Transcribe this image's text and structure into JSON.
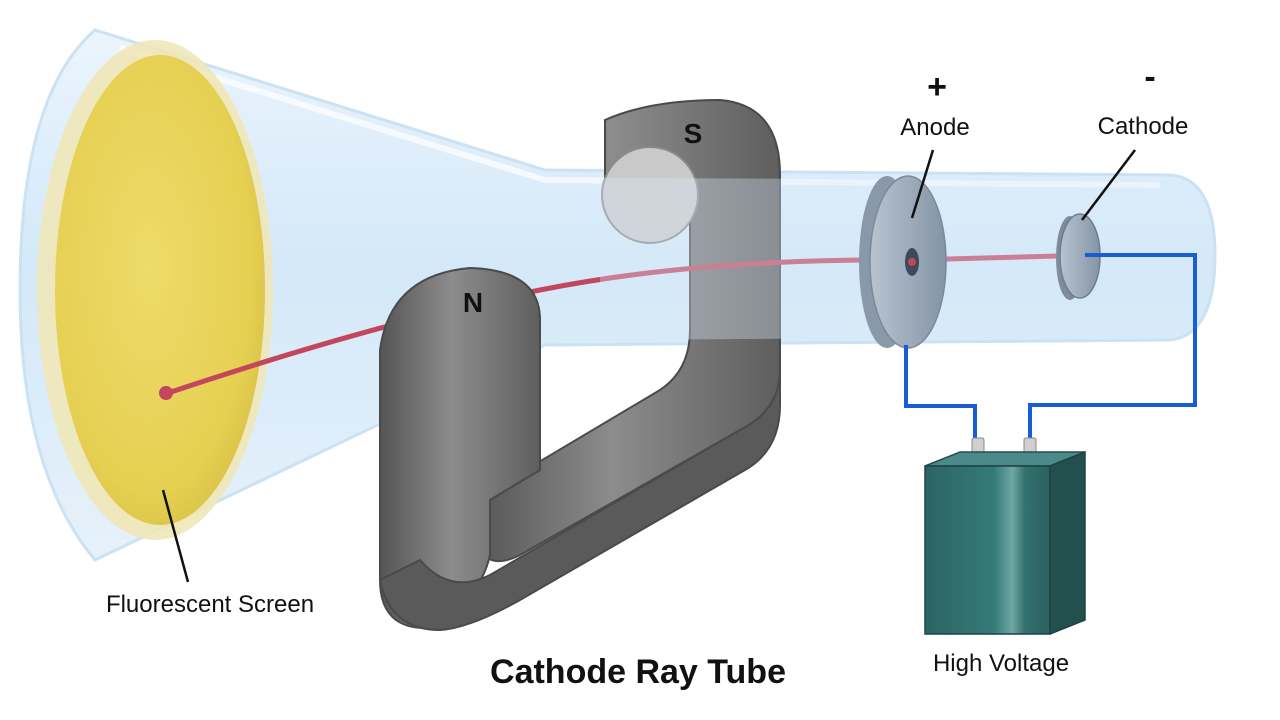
{
  "title": "Cathode Ray Tube",
  "labels": {
    "fluorescent_screen": "Fluorescent Screen",
    "anode": "Anode",
    "cathode": "Cathode",
    "high_voltage": "High Voltage",
    "magnet_north": "N",
    "magnet_south": "S",
    "anode_sign": "+",
    "cathode_sign": "-"
  },
  "colors": {
    "screen": "#e8d35a",
    "glass": "#d6ebfb",
    "beam": "#c4455e",
    "magnet": "#6b6b6b",
    "electrode": "#9aa8b8",
    "wire": "#1a5bd6",
    "battery": "#2f6d6d"
  }
}
